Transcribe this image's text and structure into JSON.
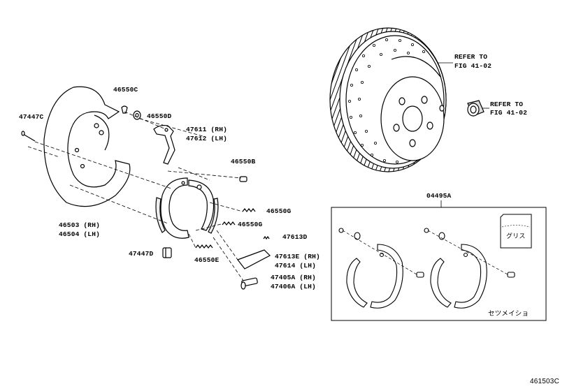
{
  "labels": {
    "p47447C": "47447C",
    "p46550C": "46550C",
    "p46550D": "46550D",
    "p47611": "47611 (RH)",
    "p47612": "47612 (LH)",
    "p46550B": "46550B",
    "p46550G_a": "46550G",
    "p46550G_b": "46550G",
    "p47613D": "47613D",
    "p47613E": "47613E (RH)",
    "p47614": "47614 (LH)",
    "p47405A": "47405A (RH)",
    "p47406A": "47406A (LH)",
    "p46550E": "46550E",
    "p47447D": "47447D",
    "p46503": "46503 (RH)",
    "p46504": "46504 (LH)",
    "refer1_a": "REFER TO",
    "refer1_b": "FIG 41-02",
    "refer2_a": "REFER TO",
    "refer2_b": "FIG 41-02",
    "kit": "04495A",
    "grease_bag": "グリス",
    "instruction": "セツメイショ",
    "doc_code": "461503C"
  }
}
